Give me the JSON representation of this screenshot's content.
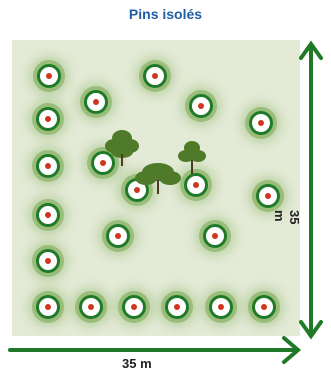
{
  "title": "Pins isolés",
  "dimensions": {
    "width_label": "35 m",
    "height_label": "35 m"
  },
  "colors": {
    "title": "#1f5fa6",
    "arrow": "#1e7a26",
    "pin_ring": "#1f7a2a",
    "pin_center": "#d0361e",
    "plot_background": "#e3ead6"
  },
  "icons": [
    "pine-icon",
    "tree-cluster-icon"
  ]
}
